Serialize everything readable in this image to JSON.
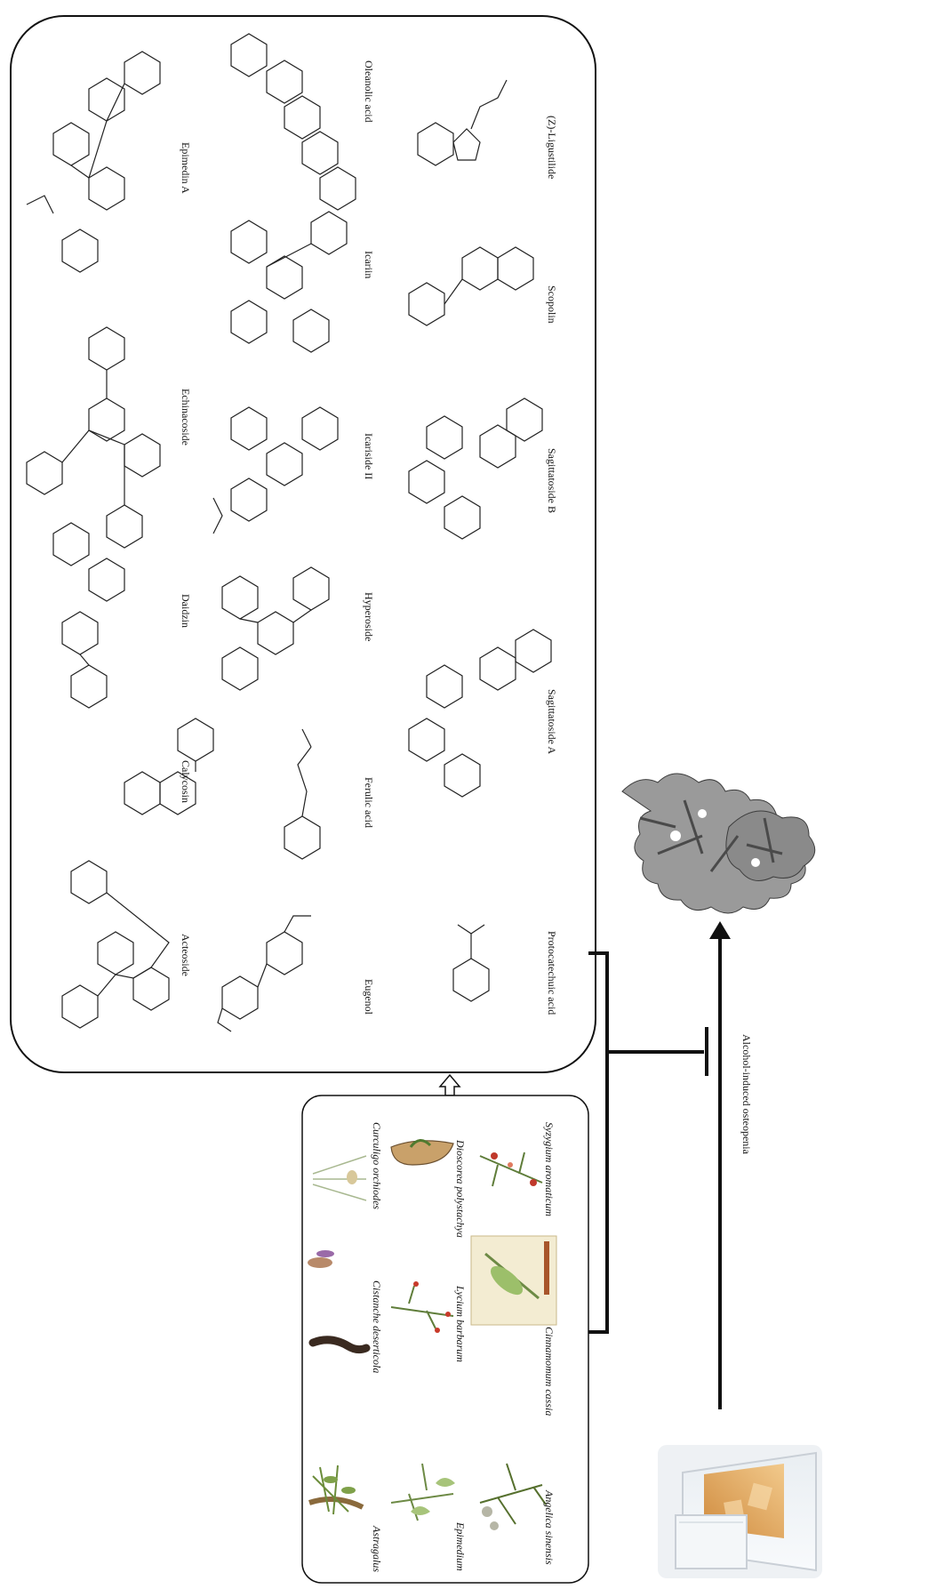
{
  "compounds": [
    {
      "name": "Acteoside"
    },
    {
      "name": "Calycosin"
    },
    {
      "name": "Daidzin"
    },
    {
      "name": "Echinacoside"
    },
    {
      "name": "Epimedin A"
    },
    {
      "name": "Eugenol"
    },
    {
      "name": "Ferulic acid"
    },
    {
      "name": "Hyperoside"
    },
    {
      "name": "Icariside II"
    },
    {
      "name": "Icariin"
    },
    {
      "name": "Oleanolic acid"
    },
    {
      "name": "Protocatechuic acid"
    },
    {
      "name": "Sagittatoside A"
    },
    {
      "name": "Sagittatoside B"
    },
    {
      "name": "Scopolin"
    },
    {
      "name": "(Z)-Ligustilide"
    }
  ],
  "herbs": [
    {
      "name": "Astragalus"
    },
    {
      "name": "Cistanche deserticola"
    },
    {
      "name": "Curculigo orchiodes"
    },
    {
      "name": "Epimedium"
    },
    {
      "name": "Lycium barbarum"
    },
    {
      "name": "Dioscorea polystachya"
    },
    {
      "name": "Angelica sinensis"
    },
    {
      "name": "Cinnamomum cassia"
    },
    {
      "name": "Syzygium aromaticum"
    }
  ],
  "outcome_label": "Alcohol-induced osteopenia"
}
